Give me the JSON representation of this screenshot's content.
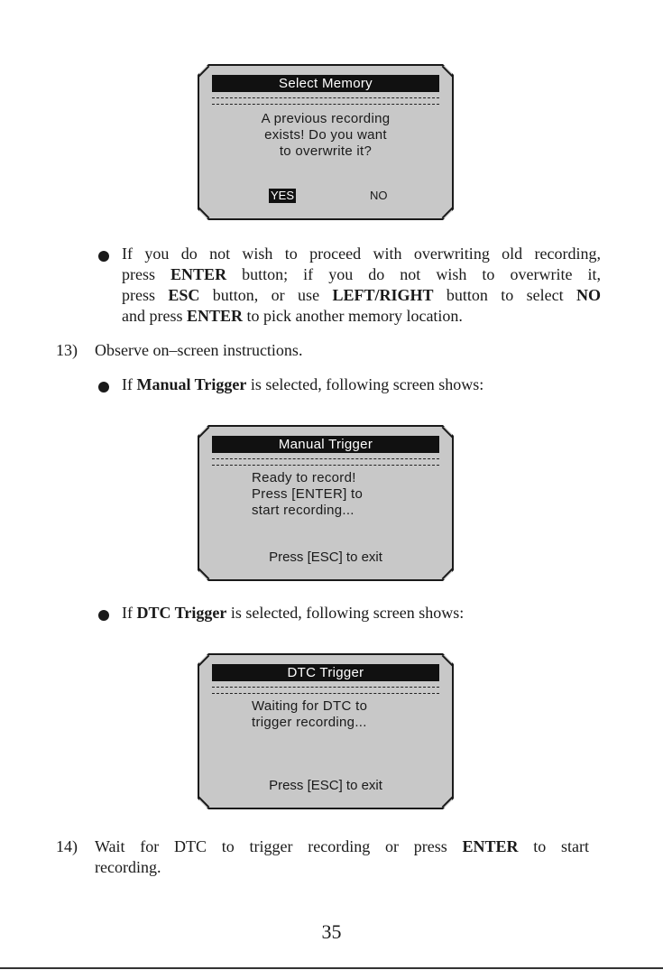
{
  "screen1": {
    "title": "Select Memory",
    "line1": "A previous recording",
    "line2": "exists! Do you want",
    "line3": "to overwrite it?",
    "yes": "YES",
    "no": "NO"
  },
  "bullet1": {
    "l1": "If you do not wish to proceed with overwriting old recording,",
    "l2a": "press ",
    "l2b": "ENTER",
    "l2c": " button; if you do not wish to overwrite it,",
    "l3a": "press ",
    "l3b": "ESC",
    "l3c": " button, or use ",
    "l3d": "LEFT/RIGHT",
    "l3e": " button to select ",
    "l3f": "NO",
    "l4a": "and press ",
    "l4b": "ENTER",
    "l4c": " to pick another memory location."
  },
  "step13": {
    "number": "13)",
    "text": "Observe on–screen instructions."
  },
  "bullet2": {
    "a": "If ",
    "b": "Manual Trigger",
    "c": " is selected, following screen shows:"
  },
  "screen2": {
    "title": "Manual Trigger",
    "line1": "Ready to record!",
    "line2": "Press [ENTER] to",
    "line3": "start recording...",
    "exit": "Press [ESC] to exit"
  },
  "bullet3": {
    "a": "If ",
    "b": "DTC Trigger",
    "c": " is selected, following screen shows:"
  },
  "screen3": {
    "title": "DTC Trigger",
    "line1": "Waiting for DTC to",
    "line2": "trigger recording...",
    "exit": "Press [ESC] to exit"
  },
  "step14": {
    "number": "14)",
    "l1a": "Wait for DTC to trigger recording or press ",
    "l1b": "ENTER",
    "l1c": " to start",
    "l2": "recording."
  },
  "page": {
    "number": "35"
  }
}
